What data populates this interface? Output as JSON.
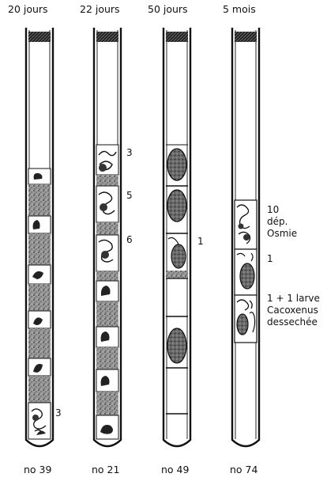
{
  "tubes": [
    {
      "age": "20 jours",
      "number": "no 39",
      "annotations": [
        {
          "text": "3"
        }
      ]
    },
    {
      "age": "22 jours",
      "number": "no 21",
      "annotations": [
        {
          "text": "3"
        },
        {
          "text": "5"
        },
        {
          "text": "6"
        }
      ]
    },
    {
      "age": "50 jours",
      "number": "no 49",
      "annotations": [
        {
          "text": "1"
        }
      ]
    },
    {
      "age": "5 mois",
      "number": "no 74",
      "annotations": [
        {
          "text": "10"
        },
        {
          "text": "dép."
        },
        {
          "text": "Osmie"
        },
        {
          "text": "1"
        },
        {
          "text": "1 + 1 larve"
        },
        {
          "text": "Cacoxenus"
        },
        {
          "text": "dessechée"
        }
      ]
    }
  ]
}
